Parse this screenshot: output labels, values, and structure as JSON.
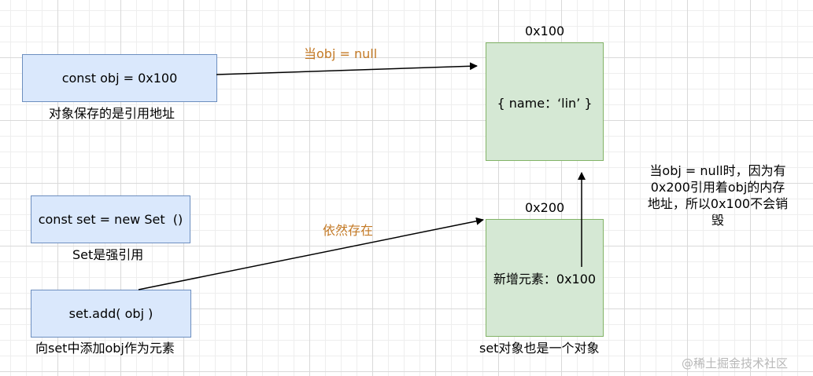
{
  "boxes": {
    "const_obj": "const obj =  0x100",
    "const_set": "const set = new Set  ()",
    "set_add": "set.add( obj )",
    "obj_content": "{ name：‘lin’ }",
    "set_content": "新增元素：0x100"
  },
  "labels": {
    "addr_top": "0x100",
    "addr_bottom": "0x200",
    "obj_caption": "对象保存的是引用地址",
    "set_caption": "Set是强引用",
    "add_caption": "向set中添加obj作为元素",
    "setobj_caption": "set对象也是一个对象",
    "arrow_null": "当obj = null",
    "arrow_exist": "依然存在"
  },
  "note": {
    "line1": "当obj = null时，因为有",
    "line2": "0x200引用着obj的内存",
    "line3": "地址，所以0x100不会销",
    "line4": "毁"
  },
  "watermark": "@稀土掘金技术社区",
  "colors": {
    "blue_fill": "#dae8fc",
    "blue_stroke": "#6c8ebf",
    "green_fill": "#d5e8d4",
    "green_stroke": "#82b366",
    "arrow_label": "#c47a26"
  }
}
